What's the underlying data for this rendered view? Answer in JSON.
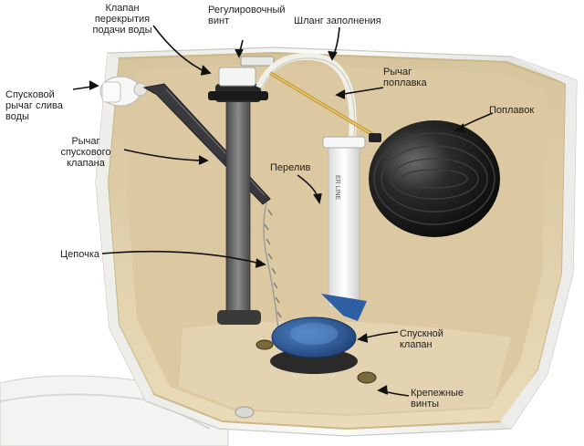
{
  "labels": {
    "shutoff_valve": "Клапан\nперекрытия\nподачи воды",
    "adjust_screw": "Регулировочный\nвинт",
    "fill_hose": "Шланг заполнения",
    "float_arm": "Рычаг\nпоплавка",
    "float": "Поплавок",
    "handle": "Спусковой\nрычаг слива\nводы",
    "flush_lever": "Рычаг\nспускового\nклапана",
    "overflow": "Перелив",
    "chain": "Цепочка",
    "flush_valve": "Спускной\nклапан",
    "mount_screws": "Крепежные\nвинты"
  },
  "tube_print": "ER LINE",
  "colors": {
    "tank_wall": "#f1f1ee",
    "tank_cut": "#d9c8a2",
    "tank_inner": "#e2d0ab",
    "float": "#1c1c1c",
    "flapper": "#2a5a9a",
    "brass": "#c8a040",
    "annotation": "#111111"
  }
}
